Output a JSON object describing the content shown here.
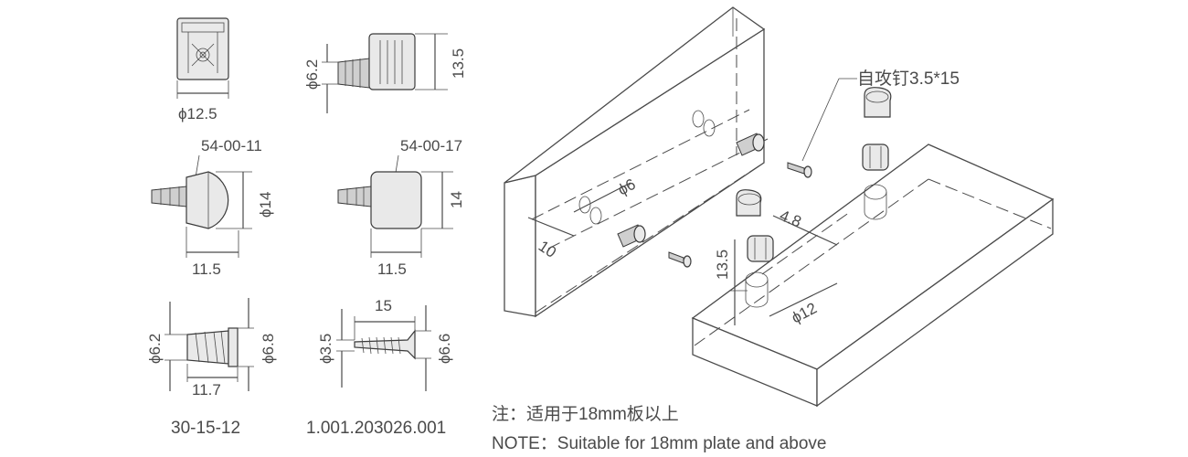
{
  "views": {
    "cam_top": {
      "dim_width": "ϕ12.5"
    },
    "bolt": {
      "dim_dia": "ϕ6.2",
      "dim_height": "13.5"
    },
    "round_cap": {
      "code": "54-00-11",
      "dim_dia": "ϕ14",
      "dim_len": "11.5"
    },
    "square_cap": {
      "code": "54-00-17",
      "dim_height": "14",
      "dim_len": "11.5"
    },
    "insert": {
      "dim_dia_left": "ϕ6.2",
      "dim_dia_right": "ϕ6.8",
      "dim_len": "11.7",
      "code": "30-15-12"
    },
    "screw": {
      "dim_len": "15",
      "dim_dia_left": "ϕ3.5",
      "dim_dia_right": "ϕ6.6",
      "code": "1.001.203026.001"
    }
  },
  "assembly": {
    "screw_label": "自攻钉3.5*15",
    "dim_dowel": "ϕ6",
    "dim_edge": "10",
    "dim_offset": "4.8",
    "dim_depth": "13.5",
    "dim_hole": "ϕ12"
  },
  "notes": {
    "zh": "注：适用于18mm板以上",
    "en": "NOTE：Suitable for 18mm plate and above"
  }
}
